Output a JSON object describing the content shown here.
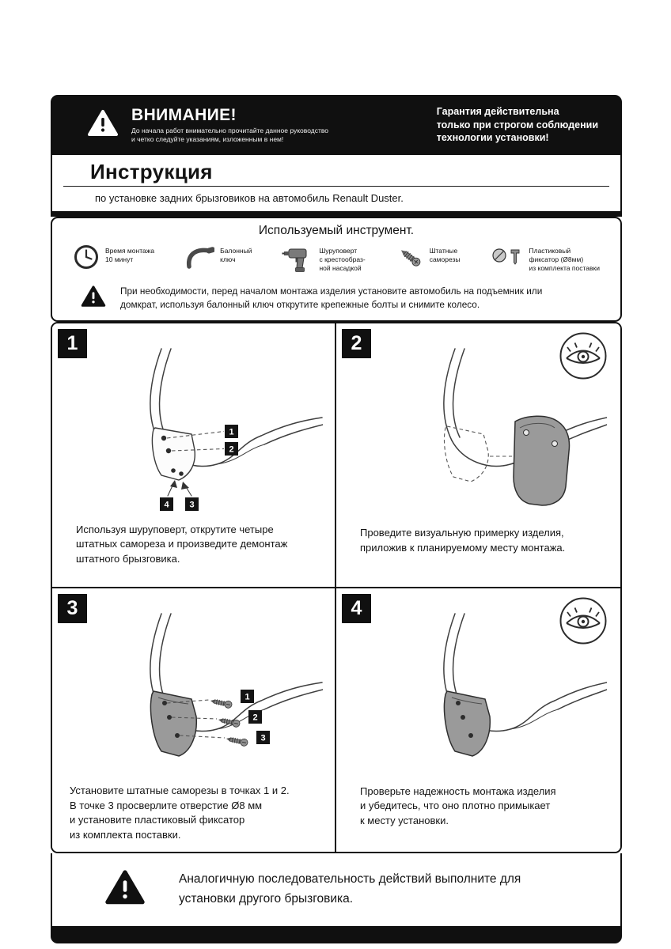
{
  "header": {
    "warning_title": "ВНИМАНИЕ!",
    "warning_sub": "До начала работ внимательно прочитайте данное руководство\nи четко следуйте указаниям, изложенным в нем!",
    "guarantee": "Гарантия действительна\nтолько при строгом соблюдении\nтехнологии установки!"
  },
  "title_block": {
    "title": "Инструкция",
    "subtitle": "по установке задних брызговиков на автомобиль Renault Duster."
  },
  "tools": {
    "heading": "Используемый инструмент.",
    "items": [
      {
        "icon": "clock-icon",
        "label": "Время монтажа\n10 минут"
      },
      {
        "icon": "lug-wrench-icon",
        "label": "Балонный\nключ"
      },
      {
        "icon": "drill-icon",
        "label": "Шуруповерт\nс крестообраз-\nной насадкой"
      },
      {
        "icon": "screws-icon",
        "label": "Штатные\nсаморезы"
      },
      {
        "icon": "plastic-fixator-icon",
        "label": "Пластиковый\nфиксатор (Ø8мм)\nиз комплекта поставки"
      }
    ],
    "note": "При необходимости, перед началом монтажа изделия установите автомобиль  на подъемник или\nдомкрат,  используя балонный ключ открутите крепежные болты и снимите колесо."
  },
  "steps": [
    {
      "number": "1",
      "caption": "Используя шуруповерт, открутите четыре\nштатных самореза и произведите демонтаж\nштатного брызговика.",
      "markers": [
        "1",
        "2",
        "4",
        "3"
      ]
    },
    {
      "number": "2",
      "caption": "Проведите визуальную примерку изделия,\nприложив к планируемому месту монтажа."
    },
    {
      "number": "3",
      "caption": "Установите штатные саморезы в точках 1 и 2.\n В точке 3 просверлите отверстие Ø8 мм\nи установите пластиковый фиксатор\nиз комплекта поставки.",
      "markers": [
        "1",
        "2",
        "3"
      ]
    },
    {
      "number": "4",
      "caption": "Проверьте надежность монтажа изделия\nи убедитесь, что оно плотно примыкает\nк месту установки."
    }
  ],
  "footer": {
    "note": "Аналогичную последовательность действий выполните для\nустановки другого брызговика."
  },
  "colors": {
    "bar": "#101010",
    "flap_fill": "#9a9a9a"
  }
}
